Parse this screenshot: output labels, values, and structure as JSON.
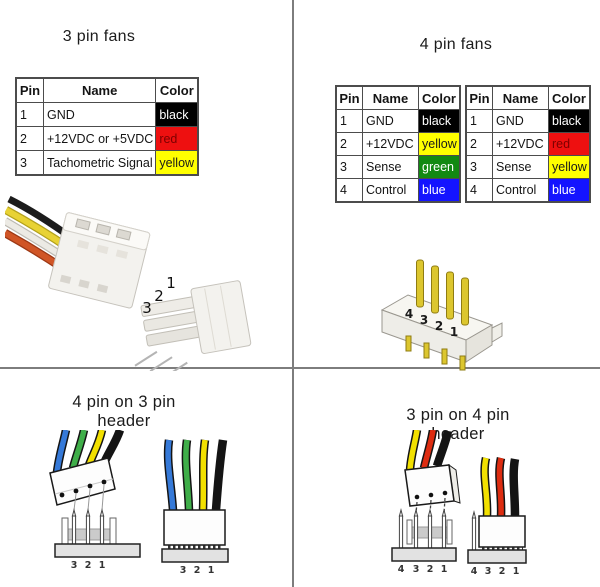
{
  "page": {
    "background": "#ffffff",
    "divider_color": "#7d7d7d"
  },
  "three_pin_fans": {
    "title": "3 pin fans",
    "table": {
      "headers": [
        "Pin",
        "Name",
        "Color"
      ],
      "rows": [
        {
          "pin": "1",
          "name": "GND",
          "color": "black",
          "swatch": {
            "bg": "#000000",
            "fg": "#ffffff"
          }
        },
        {
          "pin": "2",
          "name": "+12VDC or +5VDC",
          "color": "red",
          "swatch": {
            "bg": "#ee1010",
            "fg": "#7c0000"
          }
        },
        {
          "pin": "3",
          "name": "Tachometric Signal",
          "color": "yellow",
          "swatch": {
            "bg": "#ffff00",
            "fg": "#1a1a1a"
          }
        }
      ]
    },
    "connector_pin_labels": [
      "1",
      "2",
      "3"
    ]
  },
  "four_pin_fans": {
    "title": "4 pin fans",
    "table_left": {
      "headers": [
        "Pin",
        "Name",
        "Color"
      ],
      "rows": [
        {
          "pin": "1",
          "name": "GND",
          "color": "black",
          "swatch": {
            "bg": "#000000",
            "fg": "#ffffff"
          }
        },
        {
          "pin": "2",
          "name": "+12VDC",
          "color": "yellow",
          "swatch": {
            "bg": "#ffff00",
            "fg": "#1a1a1a"
          }
        },
        {
          "pin": "3",
          "name": "Sense",
          "color": "green",
          "swatch": {
            "bg": "#128912",
            "fg": "#ffffff"
          }
        },
        {
          "pin": "4",
          "name": "Control",
          "color": "blue",
          "swatch": {
            "bg": "#1414ff",
            "fg": "#ffffff"
          }
        }
      ]
    },
    "table_right": {
      "headers": [
        "Pin",
        "Name",
        "Color"
      ],
      "rows": [
        {
          "pin": "1",
          "name": "GND",
          "color": "black",
          "swatch": {
            "bg": "#000000",
            "fg": "#ffffff"
          }
        },
        {
          "pin": "2",
          "name": "+12VDC",
          "color": "red",
          "swatch": {
            "bg": "#ee1010",
            "fg": "#7c0000"
          }
        },
        {
          "pin": "3",
          "name": "Sense",
          "color": "yellow",
          "swatch": {
            "bg": "#ffff00",
            "fg": "#1a1a1a"
          }
        },
        {
          "pin": "4",
          "name": "Control",
          "color": "blue",
          "swatch": {
            "bg": "#1414ff",
            "fg": "#ffffff"
          }
        }
      ]
    },
    "header_pin_labels": [
      "4",
      "3",
      "2",
      "1"
    ]
  },
  "four_pin_on_three_pin": {
    "title": "4 pin on 3 pin header",
    "wire_colors": [
      "blue",
      "green",
      "yellow",
      "black"
    ],
    "unplugged_base_labels": [
      "3",
      "2",
      "1"
    ],
    "plugged_base_labels": [
      "3",
      "2",
      "1"
    ]
  },
  "three_pin_on_four_pin": {
    "title": "3 pin on 4 pin header",
    "wire_colors": [
      "yellow",
      "red",
      "black"
    ],
    "unplugged_base_labels": [
      "4",
      "3",
      "2",
      "1"
    ],
    "plugged_base_labels": [
      "4",
      "3",
      "2",
      "1"
    ]
  },
  "palette": {
    "wire_blue": "#3579d8",
    "wire_green": "#3fae49",
    "wire_yellow": "#f2e000",
    "wire_red": "#dd2c10",
    "wire_black": "#141414",
    "pin_gold": "#dcc62e",
    "header_base_gray": "#e2e2e2"
  }
}
